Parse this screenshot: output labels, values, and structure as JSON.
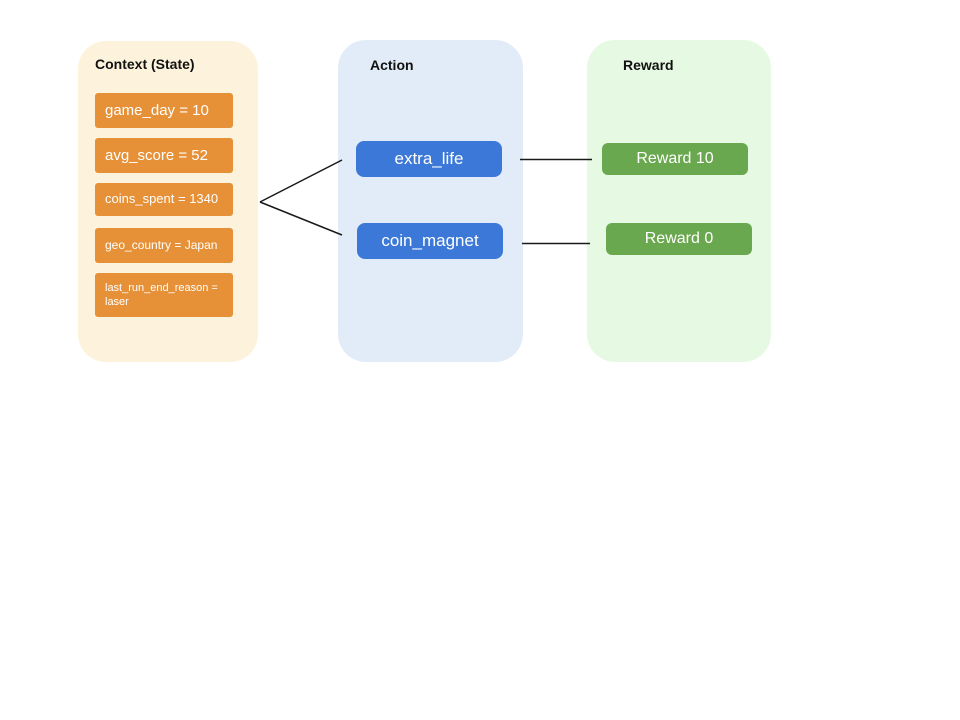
{
  "diagram": {
    "context": {
      "title": "Context (State)",
      "items": [
        "game_day = 10",
        "avg_score = 52",
        "coins_spent = 1340",
        "geo_country = Japan",
        "last_run_end_reason = laser"
      ]
    },
    "action": {
      "title": "Action",
      "items": [
        "extra_life",
        "coin_magnet"
      ]
    },
    "reward": {
      "title": "Reward",
      "items": [
        "Reward 10",
        "Reward 0"
      ]
    },
    "colors": {
      "context_bg": "#FDF3DC",
      "context_item": "#E69138",
      "action_bg": "#E2ECF8",
      "action_item": "#3C78D8",
      "reward_bg": "#E6F9E2",
      "reward_item": "#6AA84F",
      "connector": "#1a1a1a"
    }
  }
}
